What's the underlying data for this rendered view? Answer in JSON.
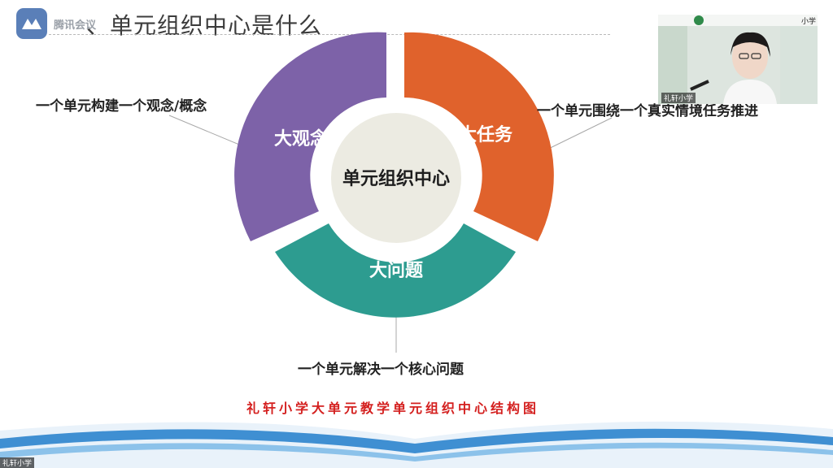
{
  "app": {
    "name": "腾讯会议"
  },
  "slide": {
    "title": "、单元组织中心是什么",
    "center_label": "单元组织中心",
    "segments": [
      {
        "label": "大观念",
        "color": "#7d62a8"
      },
      {
        "label": "大任务",
        "color": "#e0622c"
      },
      {
        "label": "大问题",
        "color": "#2d9c90"
      }
    ],
    "center_color": "#ecebe2",
    "annotations": {
      "left": "一个单元构建一个观念/概念",
      "right": "一个单元围绕一个真实情境任务推进",
      "bottom": "一个单元解决一个核心问题"
    },
    "caption": "礼轩小学大单元教学单元组织中心结构图",
    "caption_color": "#d4201f"
  },
  "video": {
    "participant_name": "礼轩小学",
    "header_text": "小学"
  },
  "self_view": {
    "name": "礼轩小学"
  }
}
